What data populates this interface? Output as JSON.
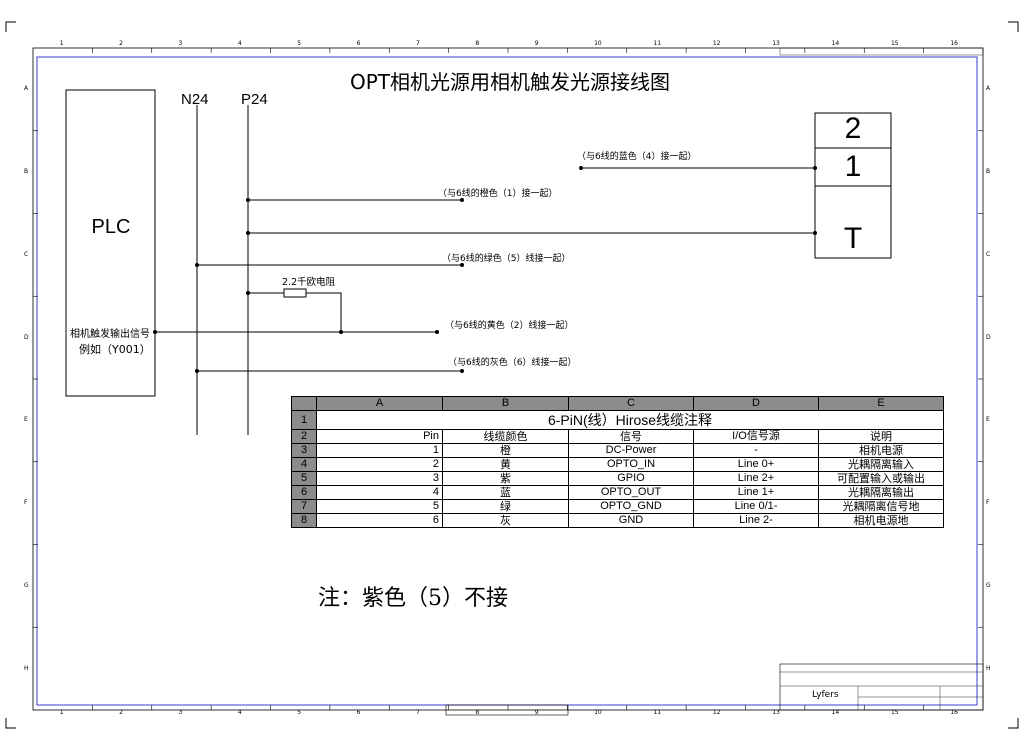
{
  "diagram": {
    "title": "OPT相机光源用相机触发光源接线图",
    "bus_left": "N24",
    "bus_right": "P24",
    "plc": {
      "label": "PLC",
      "output_label": "相机触发输出信号",
      "output_example": "例如（Y001）"
    },
    "wire_labels": {
      "blue": "（与6线的蓝色（4）接一起）",
      "orange": "（与6线的橙色（1）接一起）",
      "green": "（与6线的绿色（5）线接一起）",
      "resistor": "2.2千欧电阻",
      "yellow": "（与6线的黄色（2）线接一起）",
      "gray": "（与6线的灰色（6）线接一起）"
    },
    "terminals": [
      "2",
      "1",
      "T"
    ],
    "note": "注：紫色（5）不接"
  },
  "table": {
    "col_letters": [
      "A",
      "B",
      "C",
      "D",
      "E"
    ],
    "row_numbers": [
      "1",
      "2",
      "3",
      "4",
      "5",
      "6",
      "7",
      "8"
    ],
    "title": "6-PiN(线）Hirose线缆注释",
    "headers": [
      "Pin",
      "线缆颜色",
      "信号",
      "I/O信号源",
      "说明"
    ],
    "rows": [
      [
        "1",
        "橙",
        "DC-Power",
        "-",
        "相机电源"
      ],
      [
        "2",
        "黄",
        "OPTO_IN",
        "Line 0+",
        "光耦隔离输入"
      ],
      [
        "3",
        "紫",
        "GPIO",
        "Line 2+",
        "可配置输入或输出"
      ],
      [
        "4",
        "蓝",
        "OPTO_OUT",
        "Line 1+",
        "光耦隔离输出"
      ],
      [
        "5",
        "绿",
        "OPTO_GND",
        "Line 0/1-",
        "光耦隔离信号地"
      ],
      [
        "6",
        "灰",
        "GND",
        "Line 2-",
        "相机电源地"
      ]
    ]
  },
  "frame": {
    "column_numbers": [
      "1",
      "2",
      "3",
      "4",
      "5",
      "6",
      "7",
      "8",
      "9",
      "10",
      "11",
      "12",
      "13",
      "14",
      "15",
      "16"
    ],
    "row_letters": [
      "A",
      "B",
      "C",
      "D",
      "E",
      "F",
      "G",
      "H"
    ],
    "title_block_author": "Lyfers"
  },
  "colors": {
    "border": "#3b3bd6",
    "table_header": "#8c8c8c",
    "line": "#000000"
  }
}
